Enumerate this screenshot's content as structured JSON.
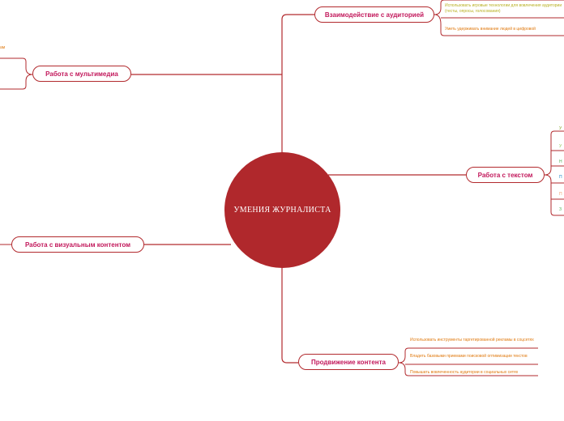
{
  "center": {
    "label": "УМЕНИЯ ЖУРНАЛИСТА"
  },
  "branches": {
    "audience": {
      "label": "Взаимодействие с аудиторией",
      "items": [
        "Использовать игровые технологии для вовлечения аудитории (тесты, опросы, голосования)",
        "Уметь удерживать внимание людей в цифровой"
      ]
    },
    "multimedia": {
      "label": "Работа с мультимедиа",
      "items": [
        "ам"
      ]
    },
    "text": {
      "label": "Работа с текстом",
      "items": [
        "У",
        "У",
        "Н",
        "П",
        "П",
        "З"
      ]
    },
    "visual": {
      "label": "Работа с визуальным контентом"
    },
    "promotion": {
      "label": "Продвижение контента",
      "items": [
        "Использовать инструменты таргетированной рекламы в соцсетях",
        "Владеть базовыми приемами поисковой оптимизации текстов",
        "Повышать вовлеченность аудитории в социальных сетях"
      ]
    }
  }
}
